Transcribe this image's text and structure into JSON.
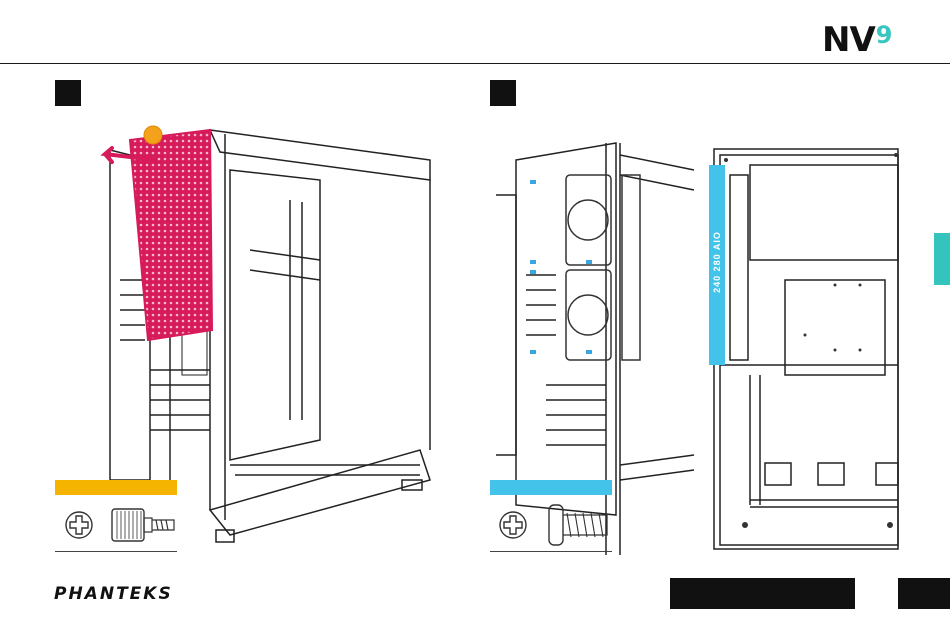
{
  "header": {
    "logo_text": "NV",
    "logo_number": "9"
  },
  "steps": [
    {
      "number": ""
    },
    {
      "number": ""
    }
  ],
  "radiator_label": "240  280 AIO",
  "brand": "PHANTEKS",
  "colors": {
    "accent_teal": "#35c4bd",
    "filter_magenta": "#d61a5a",
    "screw_yellow": "#f4b400",
    "screw_blue": "#43c3ea",
    "line_dark": "#1a1a1a"
  },
  "icons": [
    "phillips-screwdriver-icon",
    "thumbscrew-icon",
    "fan-screw-icon",
    "remove-arrow-icon"
  ]
}
